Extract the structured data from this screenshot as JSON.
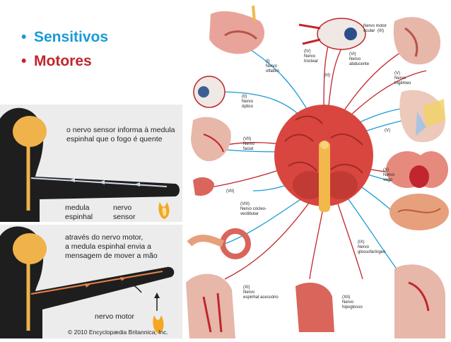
{
  "bullets": [
    {
      "text": "Sensitivos",
      "color": "#1a9ad6"
    },
    {
      "text": "Motores",
      "color": "#c0262c"
    }
  ],
  "sensory_panel": {
    "caption_line1": "o nervo sensor informa à medula",
    "caption_line2": "espinhal que o fogo é quente",
    "label_spinal_1": "medula",
    "label_spinal_2": "espinhal",
    "label_nerve_1": "nervo",
    "label_nerve_2": "sensor"
  },
  "motor_panel": {
    "caption_line1": "através do nervo motor,",
    "caption_line2": "a medula espinhal envia a",
    "caption_line3": "mensagem de mover a mão",
    "label_nerve": "nervo motor",
    "copyright": "© 2010 Encyclopædia Britannica, Inc."
  },
  "nerves": [
    {
      "numeral": "(I)",
      "line1": "Nervo",
      "line2": "olfativo"
    },
    {
      "numeral": "(II)",
      "line1": "Nervo",
      "line2": "óptico"
    },
    {
      "numeral": "(III)",
      "line1": "Nervo motor",
      "line2": "ocular"
    },
    {
      "numeral": "(IV)",
      "line1": "Nervo",
      "line2": "troclear"
    },
    {
      "numeral": "(V)",
      "line1": "Nervo",
      "line2": "trigêmeo"
    },
    {
      "numeral": "(VI)",
      "line1": "Nervo",
      "line2": "abducente"
    },
    {
      "numeral": "(VII)",
      "line1": "Nervo",
      "line2": "facial"
    },
    {
      "numeral": "(VIII)",
      "line1": "Nervo cócleo-",
      "line2": "vestibular"
    },
    {
      "numeral": "(IX)",
      "line1": "Nervo",
      "line2": "glossofaríngeo"
    },
    {
      "numeral": "(X)",
      "line1": "Nervo",
      "line2": "vago"
    },
    {
      "numeral": "(XI)",
      "line1": "Nervo",
      "line2": "espinhal acessório"
    },
    {
      "numeral": "(XII)",
      "line1": "Nervo",
      "line2": "hipoglosso"
    }
  ],
  "small_numerals": {
    "iii_top": "(III)",
    "v_mid": "(V)",
    "vii_mid": "(VII)"
  },
  "colors": {
    "sensory": "#1a9ad6",
    "motor": "#c0262c",
    "brain": "#d9463f",
    "spinal": "#f2b84b"
  }
}
